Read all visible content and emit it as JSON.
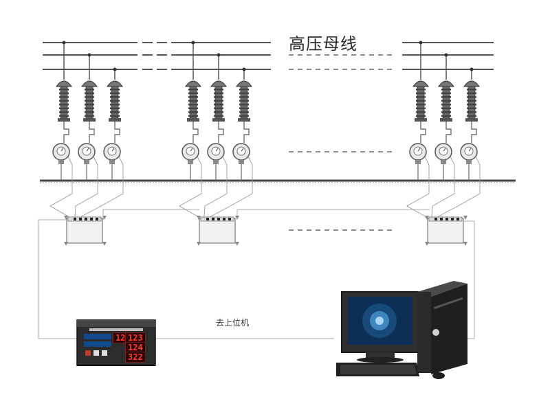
{
  "diagram": {
    "busbar_label": "高压母线",
    "uplink_label": "去上位机",
    "controller": {
      "header_text": "",
      "readout_a": "12",
      "readout_b": "123",
      "readout_c": "124",
      "readout_d": "322"
    }
  }
}
